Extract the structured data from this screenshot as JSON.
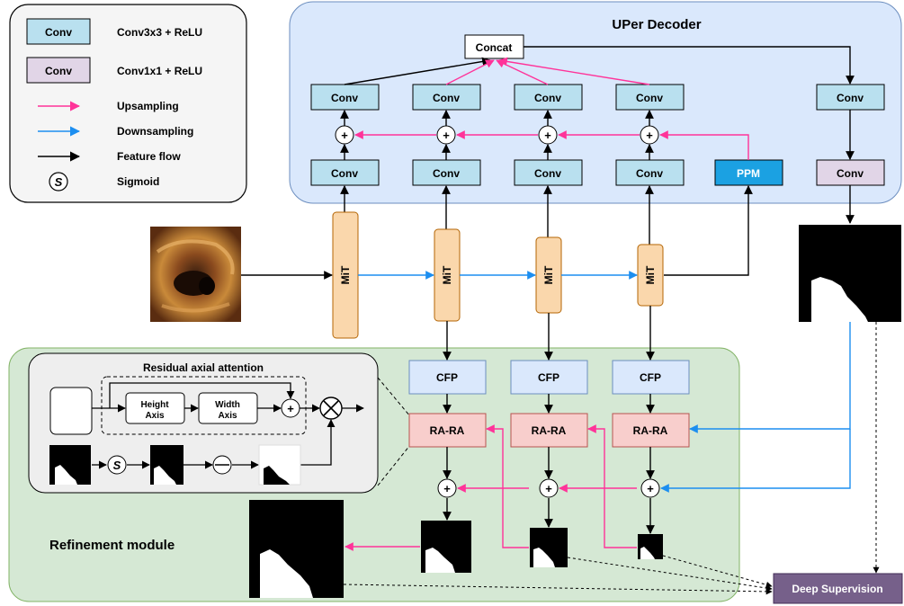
{
  "legend": {
    "conv3": {
      "box": "Conv",
      "desc": "Conv3x3 + ReLU"
    },
    "conv1": {
      "box": "Conv",
      "desc": "Conv1x1 + ReLU"
    },
    "upsampling": "Upsampling",
    "downsampling": "Downsampling",
    "feature_flow": "Feature flow",
    "sigmoid": {
      "symbol": "S",
      "desc": "Sigmoid"
    }
  },
  "decoder": {
    "title": "UPer Decoder",
    "concat": "Concat",
    "conv": "Conv",
    "ppm": "PPM",
    "plus": "+"
  },
  "encoder": {
    "mit": "MiT"
  },
  "refinement": {
    "title": "Refinement module",
    "cfp": "CFP",
    "rara": "RA-RA",
    "plus": "+"
  },
  "raa": {
    "title": "Residual axial attention",
    "height_axis": "Height Axis",
    "width_axis": "Width Axis",
    "plus": "+",
    "sigmoid": "S"
  },
  "deep_supervision": "Deep Supervision",
  "colors": {
    "conv3": "#b9e0ef",
    "conv1": "#e1d5e7",
    "mit": "#fad7ac",
    "ppm": "#1ba1e2",
    "cfp": "#dae8fc",
    "rara": "#f8cecc",
    "decoder_bg": "#dae8fc",
    "refine_bg": "#d5e8d4",
    "deep_sup": "#76608a",
    "upsampling": "#ff3399",
    "downsampling": "#1c8ef0"
  }
}
